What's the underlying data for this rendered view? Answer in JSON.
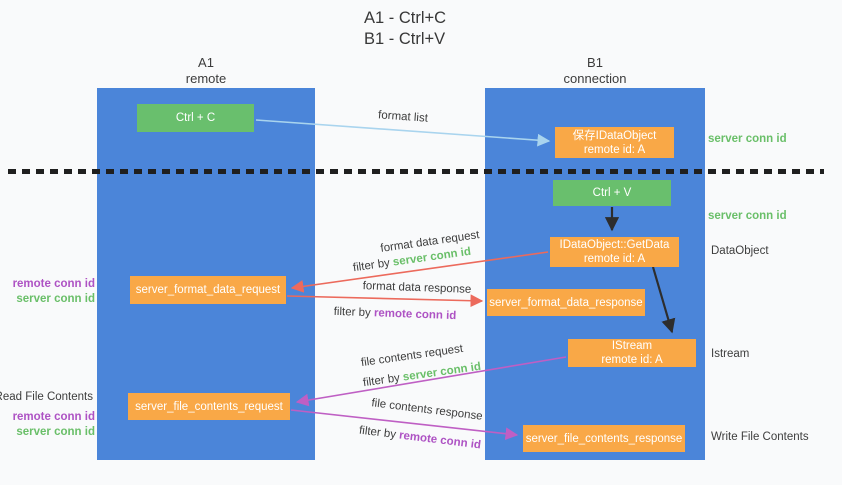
{
  "title": {
    "line1": "A1 - Ctrl+C",
    "line2": "B1 - Ctrl+V"
  },
  "columns": {
    "left": {
      "name": "A1",
      "role": "remote"
    },
    "right": {
      "name": "B1",
      "role": "connection"
    }
  },
  "nodes": {
    "ctrl_c": "Ctrl + C",
    "ctrl_v": "Ctrl + V",
    "save_idataobject": {
      "line1": "保存IDataObject",
      "line2": "remote id: A"
    },
    "getdata": {
      "line1": "IDataObject::GetData",
      "line2": "remote id: A"
    },
    "istream": {
      "line1": "IStream",
      "line2": "remote id: A"
    },
    "format_request": "server_format_data_request",
    "format_response": "server_format_data_response",
    "file_request": "server_file_contents_request",
    "file_response": "server_file_contents_response"
  },
  "arrow_labels": {
    "format_list": "format list",
    "format_data_request": "format data request",
    "format_data_response": "format data response",
    "file_contents_request": "file contents request",
    "file_contents_response": "file contents response",
    "filter_by": "filter by "
  },
  "shared": {
    "server_conn_id": "server conn id",
    "remote_conn_id": "remote conn id"
  },
  "side_labels": {
    "dataobject": "DataObject",
    "istream": "Istream",
    "read_file_contents": "Read File Contents",
    "write_file_contents": "Write File Contents"
  },
  "colors": {
    "column_blue": "#4b85d9",
    "node_green": "#69bf6d",
    "node_orange": "#f9a847",
    "arrow_light_blue": "#a9d4ee",
    "arrow_red": "#ec6a5c",
    "arrow_magenta": "#bf5fc4",
    "arrow_black": "#2d2d2d",
    "text_green": "#6abf69",
    "text_purple": "#ae53c4",
    "background": "#f9fafb"
  }
}
